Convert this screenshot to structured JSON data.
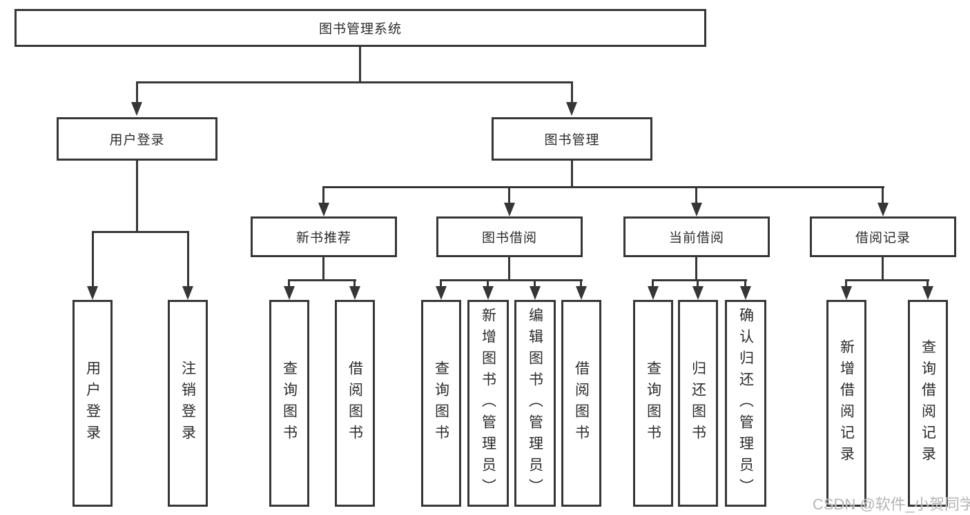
{
  "diagram": {
    "root": {
      "label": "图书管理系统"
    },
    "branches": [
      {
        "label": "用户登录",
        "children": [
          {
            "label": "用户登录"
          },
          {
            "label": "注销登录"
          }
        ]
      },
      {
        "label": "图书管理",
        "children": [
          {
            "label": "新书推荐",
            "children": [
              {
                "label": "查询图书"
              },
              {
                "label": "借阅图书"
              }
            ]
          },
          {
            "label": "图书借阅",
            "children": [
              {
                "label": "查询图书"
              },
              {
                "label": "新增图书（管理员）"
              },
              {
                "label": "编辑图书（管理员）"
              },
              {
                "label": "借阅图书"
              }
            ]
          },
          {
            "label": "当前借阅",
            "children": [
              {
                "label": "查询图书"
              },
              {
                "label": "归还图书"
              },
              {
                "label": "确认归还（管理员）"
              }
            ]
          },
          {
            "label": "借阅记录",
            "children": [
              {
                "label": "新增借阅记录"
              },
              {
                "label": "查询借阅记录"
              }
            ]
          }
        ]
      }
    ]
  },
  "watermark": {
    "text": "CSDN @软件_小贺同学"
  },
  "colors": {
    "line": "#363636",
    "box_border": "#363636",
    "box_fill": "#ffffff",
    "text": "#2b2b2b",
    "watermark": "#b5b5b5",
    "background": "#ffffff"
  }
}
